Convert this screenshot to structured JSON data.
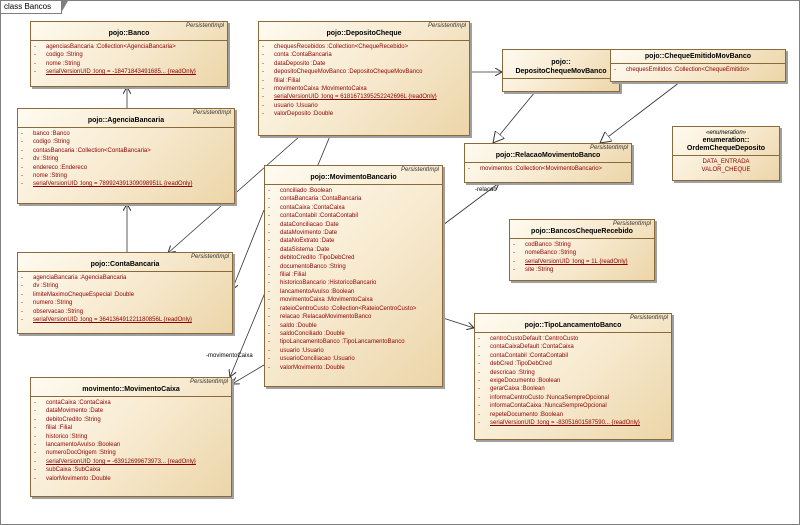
{
  "frame": {
    "label": "class Bancos"
  },
  "stereotype": "PersistentImpl",
  "classes": {
    "banco": {
      "name": "pojo::Banco",
      "attrs": [
        {
          "v": "-",
          "t": "agenciasBancaria  :Collection<AgenciaBancaria>"
        },
        {
          "v": "-",
          "t": "codigo  :String"
        },
        {
          "v": "-",
          "t": "nome  :String"
        },
        {
          "v": "-",
          "t": "serialVersionUID  :long = -18471843491685... {readOnly}",
          "u": true
        }
      ]
    },
    "agenciaBancaria": {
      "name": "pojo::AgenciaBancaria",
      "attrs": [
        {
          "v": "-",
          "t": "banco  :Banco"
        },
        {
          "v": "-",
          "t": "codigo  :String"
        },
        {
          "v": "-",
          "t": "contasBancaria  :Collection<ContaBancaria>"
        },
        {
          "v": "-",
          "t": "dv  :String"
        },
        {
          "v": "-",
          "t": "endereco  :Endereco"
        },
        {
          "v": "-",
          "t": "nome  :String"
        },
        {
          "v": "-",
          "t": "serialVersionUID  :long = 789924391309098951L {readOnly}",
          "u": true
        }
      ]
    },
    "contaBancaria": {
      "name": "pojo::ContaBancaria",
      "attrs": [
        {
          "v": "-",
          "t": "agenciaBancaria  :AgenciaBancaria"
        },
        {
          "v": "-",
          "t": "dv  :String"
        },
        {
          "v": "-",
          "t": "limiteMaximoChequeEspecial  :Double"
        },
        {
          "v": "-",
          "t": "numero  :String"
        },
        {
          "v": "-",
          "t": "observacao  :String"
        },
        {
          "v": "-",
          "t": "serialVersionUID  :long = 364136491221180856L {readOnly}",
          "u": true
        }
      ]
    },
    "movimentoCaixa": {
      "name": "movimento::MovimentoCaixa",
      "attrs": [
        {
          "v": "-",
          "t": "contaCaixa  :ContaCaixa"
        },
        {
          "v": "-",
          "t": "dataMovimento  :Date"
        },
        {
          "v": "-",
          "t": "debitoCredito  :String"
        },
        {
          "v": "-",
          "t": "filial  :Filial"
        },
        {
          "v": "-",
          "t": "historico  :String"
        },
        {
          "v": "-",
          "t": "lancamentoAvulso  :Boolean"
        },
        {
          "v": "-",
          "t": "numeroDocOrigem  :String"
        },
        {
          "v": "-",
          "t": "serialVersionUID  :long = -63912699673973... {readOnly}",
          "u": true
        },
        {
          "v": "-",
          "t": "subCaixa  :SubCaixa"
        },
        {
          "v": "-",
          "t": "valorMovimento  :Double"
        }
      ]
    },
    "depositoCheque": {
      "name": "pojo::DepositoCheque",
      "attrs": [
        {
          "v": "-",
          "t": "chequesRecebidos  :Collection<ChequeRecebido>"
        },
        {
          "v": "-",
          "t": "conta  :ContaBancaria"
        },
        {
          "v": "-",
          "t": "dataDeposito  :Date"
        },
        {
          "v": "-",
          "t": "depositoChequeMovBanco  :DepositoChequeMovBanco"
        },
        {
          "v": "-",
          "t": "filial  :Filial"
        },
        {
          "v": "-",
          "t": "movimentoCaixa  :MovimentoCaixa"
        },
        {
          "v": "-",
          "t": "serialVersionUID  :long = 6181671395252242696L {readOnly}",
          "u": true
        },
        {
          "v": "-",
          "t": "usuario  :Usuario"
        },
        {
          "v": "-",
          "t": "valorDeposito  :Double"
        }
      ]
    },
    "depositoChequeMovBanco": {
      "name": "pojo::\nDepositoChequeMovBanco"
    },
    "chequeEmitidoMovBanco": {
      "name": "pojo::ChequeEmitidoMovBanco",
      "attrs": [
        {
          "v": "-",
          "t": "chequesEmitidos  :Collection<ChequeEmitido>"
        }
      ]
    },
    "relacaoMovimentoBanco": {
      "name": "pojo::RelacaoMovimentoBanco",
      "attrs": [
        {
          "v": "-",
          "t": "movimentos  :Collection<MovimentoBancario>"
        }
      ]
    },
    "ordemChequeDeposito": {
      "stereotype": "«enumeration»",
      "name": "enumeration::\nOrdemChequeDeposito",
      "literals": [
        "DATA_ENTRADA",
        "VALOR_CHEQUE"
      ]
    },
    "bancosChequeRecebido": {
      "name": "pojo::BancosChequeRecebido",
      "attrs": [
        {
          "v": "-",
          "t": "codBanco  :String"
        },
        {
          "v": "-",
          "t": "nomeBanco  :String"
        },
        {
          "v": "-",
          "t": "serialVersionUID  :long = 1L {readOnly}",
          "u": true
        },
        {
          "v": "-",
          "t": "site  :String"
        }
      ]
    },
    "movimentoBancario": {
      "name": "pojo::MovimentoBancario",
      "attrs": [
        {
          "v": "-",
          "t": "conciliado  :Boolean"
        },
        {
          "v": "-",
          "t": "contaBancaria  :ContaBancaria"
        },
        {
          "v": "-",
          "t": "contaCaixa  :ContaCaixa"
        },
        {
          "v": "-",
          "t": "contaContabil  :ContaContabil"
        },
        {
          "v": "-",
          "t": "dataConciliacao  :Date"
        },
        {
          "v": "-",
          "t": "dataMovimento  :Date"
        },
        {
          "v": "-",
          "t": "dataNoExtrato  :Date"
        },
        {
          "v": "-",
          "t": "dataSistema  :Date"
        },
        {
          "v": "-",
          "t": "debitoCredito  :TipoDebCred"
        },
        {
          "v": "-",
          "t": "documentoBanco  :String"
        },
        {
          "v": "-",
          "t": "filial  :Filial"
        },
        {
          "v": "-",
          "t": "historicoBancario  :HistoricoBancario"
        },
        {
          "v": "-",
          "t": "lancamentoAvulso  :Boolean"
        },
        {
          "v": "-",
          "t": "movimentoCaixa  :MovimentoCaixa"
        },
        {
          "v": "-",
          "t": "rateioCentroCusto  :Collection<RateioCentroCusto>"
        },
        {
          "v": "-",
          "t": "relacao  :RelacaoMovimentoBanco"
        },
        {
          "v": "-",
          "t": "saldo  :Double"
        },
        {
          "v": "-",
          "t": "saldoConciliado  :Double"
        },
        {
          "v": "-",
          "t": "tipoLancamentoBanco  :TipoLancamentoBanco"
        },
        {
          "v": "-",
          "t": "usuario  :Usuario"
        },
        {
          "v": "-",
          "t": "usuarioConciliacao  :Usuario"
        },
        {
          "v": "-",
          "t": "valorMovimento  :Double"
        }
      ]
    },
    "tipoLancamentoBanco": {
      "name": "pojo::TipoLancamentoBanco",
      "attrs": [
        {
          "v": "-",
          "t": "centroCustoDefault  :CentroCusto"
        },
        {
          "v": "-",
          "t": "contaCaixaDefault  :ContaCaixa"
        },
        {
          "v": "-",
          "t": "contaContabil  :ContaContabil"
        },
        {
          "v": "-",
          "t": "debCred  :TipoDebCred"
        },
        {
          "v": "-",
          "t": "descricao  :String"
        },
        {
          "v": "-",
          "t": "exigeDocumento  :Boolean"
        },
        {
          "v": "-",
          "t": "gerarCaixa  :Boolean"
        },
        {
          "v": "-",
          "t": "informaCentroCusto  :NuncaSempreOpcional"
        },
        {
          "v": "-",
          "t": "informaContaCaixa  :NuncaSempreOpcional"
        },
        {
          "v": "-",
          "t": "repeteDocumento  :Boolean"
        },
        {
          "v": "-",
          "t": "serialVersionUID  :long = -83051601587590... {readOnly}",
          "u": true
        }
      ]
    }
  },
  "edge_labels": {
    "relacao": "-relacao",
    "movimentoCaixa": "-movimentoCaixa"
  },
  "colors": {
    "border": "#8a6a3a",
    "attribute_text": "#8b0000",
    "line": "#333333"
  }
}
